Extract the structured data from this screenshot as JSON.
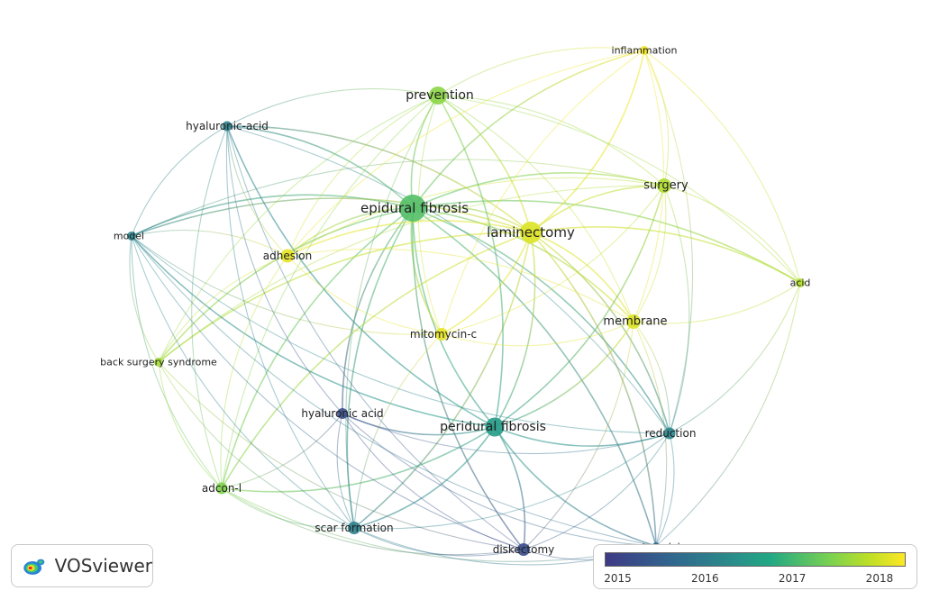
{
  "nodes": [
    {
      "id": "epidural_fibrosis",
      "label": "epidural fibrosis",
      "year": 2016.9
    },
    {
      "id": "laminectomy",
      "label": "laminectomy",
      "year": 2018.0
    },
    {
      "id": "peridural_fibrosis",
      "label": "peridural fibrosis",
      "year": 2016.3
    },
    {
      "id": "prevention",
      "label": "prevention",
      "year": 2017.3
    },
    {
      "id": "surgery",
      "label": "surgery",
      "year": 2017.6
    },
    {
      "id": "membrane",
      "label": "membrane",
      "year": 2018.0
    },
    {
      "id": "mitomycin_c",
      "label": "mitomycin-c",
      "year": 2018.1
    },
    {
      "id": "adhesion",
      "label": "adhesion",
      "year": 2018.1
    },
    {
      "id": "hyaluronic_acid_hyphen",
      "label": "hyaluronic-acid",
      "year": 2015.8
    },
    {
      "id": "model",
      "label": "model",
      "year": 2015.9
    },
    {
      "id": "inflammation",
      "label": "inflammation",
      "year": 2018.2
    },
    {
      "id": "acid",
      "label": "acid",
      "year": 2017.6
    },
    {
      "id": "back_surgery_syndrome",
      "label": "back surgery syndrome",
      "year": 2017.5
    },
    {
      "id": "hyaluronic_acid",
      "label": "hyaluronic acid",
      "year": 2015.1
    },
    {
      "id": "reduction",
      "label": "reduction",
      "year": 2015.9
    },
    {
      "id": "adcon_l",
      "label": "adcon-l",
      "year": 2017.2
    },
    {
      "id": "scar_formation",
      "label": "scar formation",
      "year": 2015.8
    },
    {
      "id": "diskectomy",
      "label": "diskectomy",
      "year": 2015.1
    },
    {
      "id": "rat_model",
      "label": "rat model",
      "year": 2015.5
    }
  ],
  "edges": [
    [
      "epidural_fibrosis",
      "laminectomy"
    ],
    [
      "epidural_fibrosis",
      "peridural_fibrosis"
    ],
    [
      "epidural_fibrosis",
      "prevention"
    ],
    [
      "epidural_fibrosis",
      "surgery"
    ],
    [
      "epidural_fibrosis",
      "membrane"
    ],
    [
      "epidural_fibrosis",
      "mitomycin_c"
    ],
    [
      "epidural_fibrosis",
      "adhesion"
    ],
    [
      "epidural_fibrosis",
      "hyaluronic_acid_hyphen"
    ],
    [
      "epidural_fibrosis",
      "model"
    ],
    [
      "epidural_fibrosis",
      "inflammation"
    ],
    [
      "epidural_fibrosis",
      "acid"
    ],
    [
      "epidural_fibrosis",
      "back_surgery_syndrome"
    ],
    [
      "epidural_fibrosis",
      "hyaluronic_acid"
    ],
    [
      "epidural_fibrosis",
      "reduction"
    ],
    [
      "epidural_fibrosis",
      "adcon_l"
    ],
    [
      "epidural_fibrosis",
      "scar_formation"
    ],
    [
      "epidural_fibrosis",
      "diskectomy"
    ],
    [
      "epidural_fibrosis",
      "rat_model"
    ],
    [
      "laminectomy",
      "prevention"
    ],
    [
      "laminectomy",
      "surgery"
    ],
    [
      "laminectomy",
      "membrane"
    ],
    [
      "laminectomy",
      "mitomycin_c"
    ],
    [
      "laminectomy",
      "adhesion"
    ],
    [
      "laminectomy",
      "inflammation"
    ],
    [
      "laminectomy",
      "acid"
    ],
    [
      "laminectomy",
      "peridural_fibrosis"
    ],
    [
      "laminectomy",
      "adcon_l"
    ],
    [
      "laminectomy",
      "scar_formation"
    ],
    [
      "laminectomy",
      "reduction"
    ],
    [
      "laminectomy",
      "model"
    ],
    [
      "laminectomy",
      "back_surgery_syndrome"
    ],
    [
      "laminectomy",
      "hyaluronic_acid_hyphen"
    ],
    [
      "laminectomy",
      "rat_model"
    ],
    [
      "peridural_fibrosis",
      "prevention"
    ],
    [
      "peridural_fibrosis",
      "hyaluronic_acid"
    ],
    [
      "peridural_fibrosis",
      "reduction"
    ],
    [
      "peridural_fibrosis",
      "diskectomy"
    ],
    [
      "peridural_fibrosis",
      "scar_formation"
    ],
    [
      "peridural_fibrosis",
      "adcon_l"
    ],
    [
      "peridural_fibrosis",
      "model"
    ],
    [
      "peridural_fibrosis",
      "hyaluronic_acid_hyphen"
    ],
    [
      "peridural_fibrosis",
      "rat_model"
    ],
    [
      "peridural_fibrosis",
      "surgery"
    ],
    [
      "peridural_fibrosis",
      "membrane"
    ],
    [
      "prevention",
      "surgery"
    ],
    [
      "prevention",
      "adhesion"
    ],
    [
      "prevention",
      "mitomycin_c"
    ],
    [
      "prevention",
      "membrane"
    ],
    [
      "prevention",
      "inflammation"
    ],
    [
      "prevention",
      "hyaluronic_acid_hyphen"
    ],
    [
      "prevention",
      "adcon_l"
    ],
    [
      "prevention",
      "scar_formation"
    ],
    [
      "prevention",
      "back_surgery_syndrome"
    ],
    [
      "prevention",
      "acid"
    ],
    [
      "surgery",
      "membrane"
    ],
    [
      "surgery",
      "acid"
    ],
    [
      "surgery",
      "adhesion"
    ],
    [
      "surgery",
      "mitomycin_c"
    ],
    [
      "surgery",
      "inflammation"
    ],
    [
      "surgery",
      "reduction"
    ],
    [
      "surgery",
      "model"
    ],
    [
      "surgery",
      "back_surgery_syndrome"
    ],
    [
      "membrane",
      "inflammation"
    ],
    [
      "membrane",
      "adhesion"
    ],
    [
      "membrane",
      "mitomycin_c"
    ],
    [
      "membrane",
      "reduction"
    ],
    [
      "membrane",
      "acid"
    ],
    [
      "membrane",
      "rat_model"
    ],
    [
      "membrane",
      "diskectomy"
    ],
    [
      "mitomycin_c",
      "adhesion"
    ],
    [
      "mitomycin_c",
      "inflammation"
    ],
    [
      "mitomycin_c",
      "model"
    ],
    [
      "mitomycin_c",
      "scar_formation"
    ],
    [
      "adhesion",
      "back_surgery_syndrome"
    ],
    [
      "adhesion",
      "model"
    ],
    [
      "adhesion",
      "adcon_l"
    ],
    [
      "adhesion",
      "inflammation"
    ],
    [
      "hyaluronic_acid_hyphen",
      "model"
    ],
    [
      "hyaluronic_acid_hyphen",
      "adhesion"
    ],
    [
      "hyaluronic_acid_hyphen",
      "scar_formation"
    ],
    [
      "hyaluronic_acid_hyphen",
      "reduction"
    ],
    [
      "hyaluronic_acid_hyphen",
      "hyaluronic_acid"
    ],
    [
      "hyaluronic_acid_hyphen",
      "adcon_l"
    ],
    [
      "hyaluronic_acid_hyphen",
      "diskectomy"
    ],
    [
      "model",
      "back_surgery_syndrome"
    ],
    [
      "model",
      "adcon_l"
    ],
    [
      "model",
      "scar_formation"
    ],
    [
      "model",
      "reduction"
    ],
    [
      "model",
      "diskectomy"
    ],
    [
      "model",
      "rat_model"
    ],
    [
      "inflammation",
      "acid"
    ],
    [
      "inflammation",
      "reduction"
    ],
    [
      "back_surgery_syndrome",
      "adcon_l"
    ],
    [
      "back_surgery_syndrome",
      "scar_formation"
    ],
    [
      "back_surgery_syndrome",
      "diskectomy"
    ],
    [
      "hyaluronic_acid",
      "scar_formation"
    ],
    [
      "hyaluronic_acid",
      "diskectomy"
    ],
    [
      "hyaluronic_acid",
      "reduction"
    ],
    [
      "hyaluronic_acid",
      "rat_model"
    ],
    [
      "hyaluronic_acid",
      "adcon_l"
    ],
    [
      "reduction",
      "diskectomy"
    ],
    [
      "reduction",
      "rat_model"
    ],
    [
      "reduction",
      "scar_formation"
    ],
    [
      "reduction",
      "acid"
    ],
    [
      "adcon_l",
      "scar_formation"
    ],
    [
      "adcon_l",
      "diskectomy"
    ],
    [
      "adcon_l",
      "rat_model"
    ],
    [
      "scar_formation",
      "diskectomy"
    ],
    [
      "scar_formation",
      "rat_model"
    ],
    [
      "diskectomy",
      "rat_model"
    ],
    [
      "acid",
      "rat_model"
    ]
  ],
  "color_scale": {
    "ticks": [
      {
        "label": "2015",
        "value": 2015
      },
      {
        "label": "2016",
        "value": 2016
      },
      {
        "label": "2017",
        "value": 2017
      },
      {
        "label": "2018",
        "value": 2018
      }
    ],
    "min": 2014.85,
    "max": 2018.3,
    "stops": [
      "#3e3a86",
      "#31668e",
      "#2a8c8a",
      "#22a884",
      "#7ad151",
      "#bddf26",
      "#fde725"
    ]
  },
  "logo": {
    "text": "VOSviewer"
  }
}
